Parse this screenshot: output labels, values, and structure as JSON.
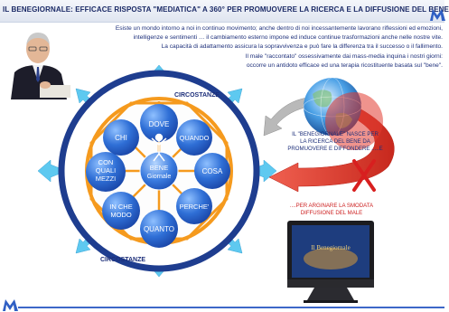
{
  "title": "IL BENEGIORNALE:  EFFICACE RISPOSTA \"MEDIATICA\" A 360°  PER  PROMUOVERE LA RICERCA E LA DIFFUSIONE DEL BENE",
  "intro": [
    "Esiste un mondo   intorno a noi  in  continuo movimento; anche dentro di noi incessantemente lavorano riflessioni ed  emozioni,",
    "intelligenze e sentimenti … il cambiamento esterno impone  ed induce continue trasformazioni anche nelle nostre vite.",
    "La capacità di adattamento assicura la sopravvivenza e può fare  la differenza tra il successo o il fallimento.",
    "Il male \"raccontato\" ossessivamente dai mass-media  inquina i nostri giorni:",
    "occorre un antidoto efficace ed una terapia ricostituente basata sul \"bene\"."
  ],
  "circle_labels": {
    "top": "CIRCOSTANZE",
    "bottom": "CIRCOSTANZE"
  },
  "center": {
    "line1": "BENE",
    "line2": "Giornale"
  },
  "bubbles": {
    "dove": "DOVE",
    "quando": "QUANDO",
    "cosa": "COSA",
    "perche": "PERCHE'",
    "quanto": "QUANTO",
    "in_che_modo": [
      "IN CHE",
      "MODO"
    ],
    "con_quali_mezzi": [
      "CON",
      "QUALI",
      "MEZZI"
    ],
    "chi": "CHI"
  },
  "right_note": [
    "IL \"BENEGIORNALE\"  NASCE PER",
    "LA RICERCA  DEL BENE  DA",
    "PROMUOVERE E DIFFONDERE .....E"
  ],
  "red_note": [
    "....PER ARGINARE  LA SMODATA",
    "DIFFUSIONE  DEL MALE"
  ],
  "tv_screen_text": "Il Benegiornale",
  "colors": {
    "title": "#1b2a66",
    "text": "#1d2f7a",
    "red_text": "#cc1e1e",
    "ring": "#1e3d8f",
    "orange": "#f59a1e",
    "bubble": "#2f6fd6",
    "arrow_cyan": "#57c6ef",
    "red_arrow": "#e0443a"
  }
}
